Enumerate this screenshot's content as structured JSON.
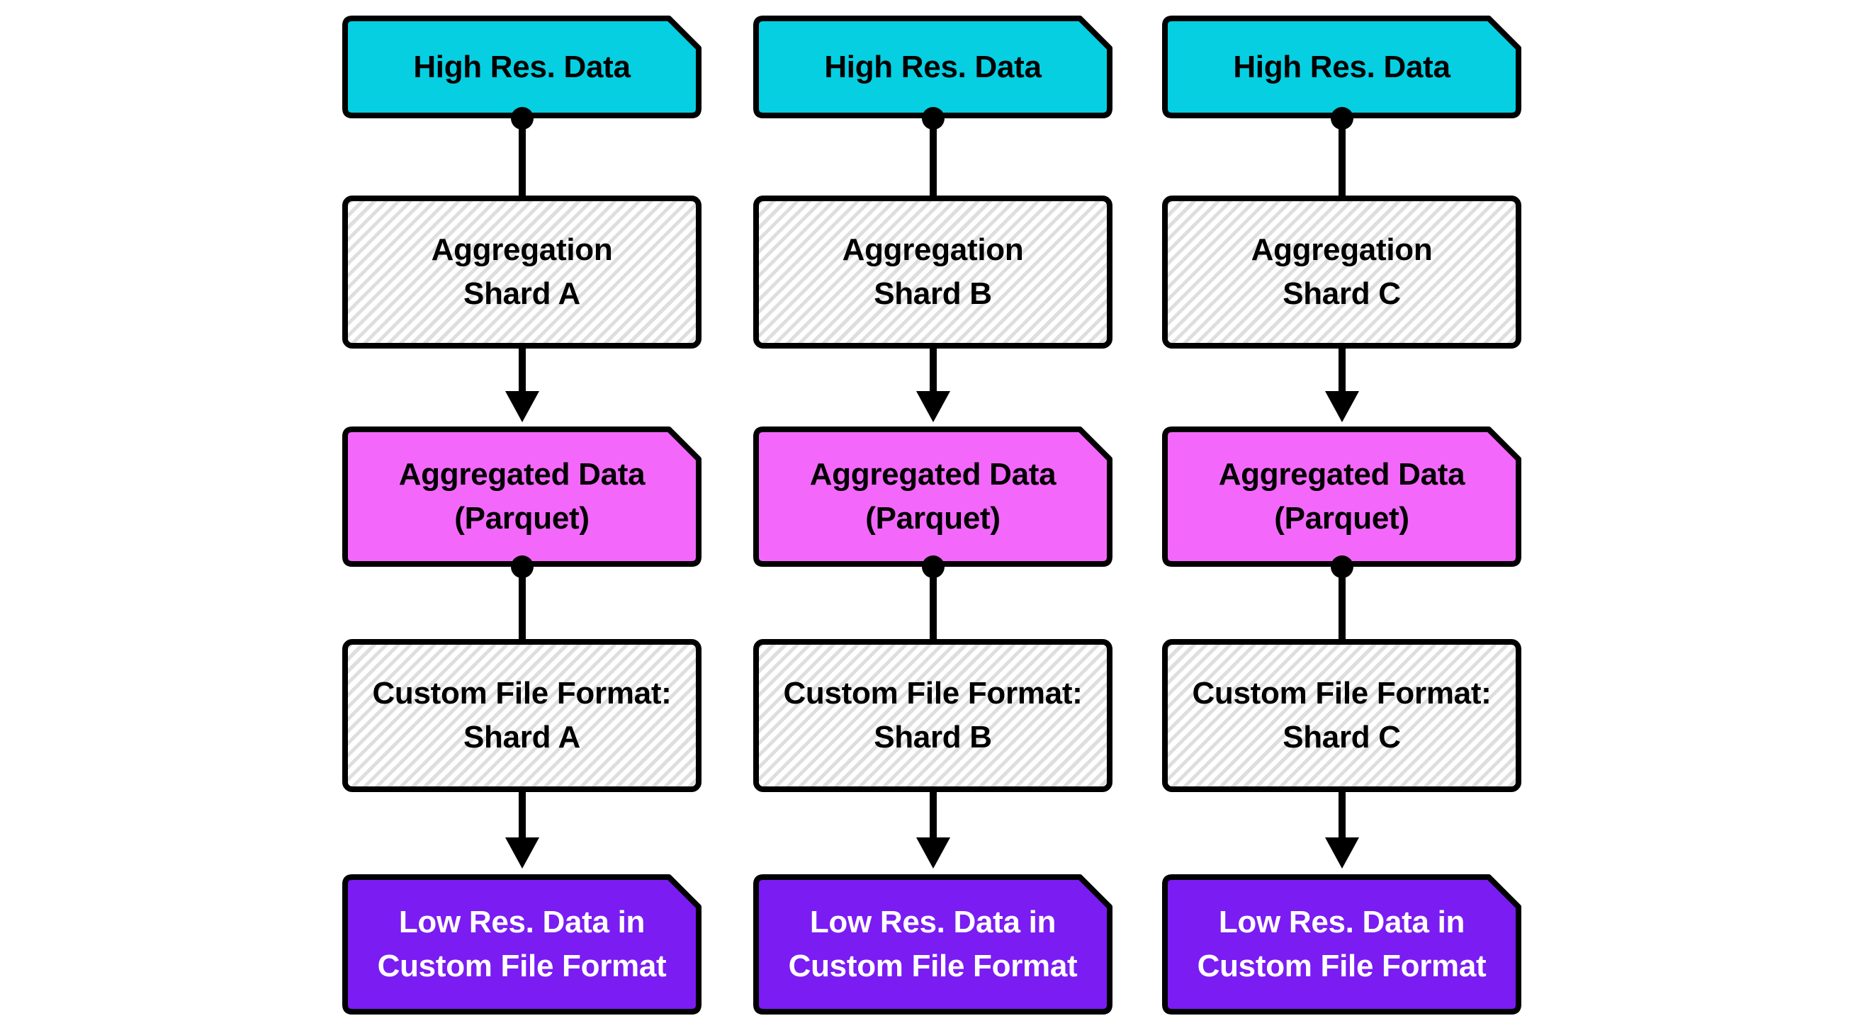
{
  "columns": [
    {
      "nodes": [
        {
          "label": "High Res. Data"
        },
        {
          "label": "Aggregation\nShard A"
        },
        {
          "label": "Aggregated Data\n(Parquet)"
        },
        {
          "label": "Custom File Format:\nShard A"
        },
        {
          "label": "Low Res. Data in\nCustom File Format"
        }
      ]
    },
    {
      "nodes": [
        {
          "label": "High Res. Data"
        },
        {
          "label": "Aggregation\nShard B"
        },
        {
          "label": "Aggregated Data\n(Parquet)"
        },
        {
          "label": "Custom File Format:\nShard B"
        },
        {
          "label": "Low Res. Data in\nCustom File Format"
        }
      ]
    },
    {
      "nodes": [
        {
          "label": "High Res. Data"
        },
        {
          "label": "Aggregation\nShard C"
        },
        {
          "label": "Aggregated Data\n(Parquet)"
        },
        {
          "label": "Custom File Format:\nShard C"
        },
        {
          "label": "Low Res. Data in\nCustom File Format"
        }
      ]
    }
  ],
  "colors": {
    "high_res_fill": "#06CFE2",
    "aggregated_fill": "#F368FA",
    "low_res_fill": "#7A1CF2",
    "hatch_stripe": "#DEDEDE",
    "outline": "#000000",
    "low_res_text": "#FFFFFF"
  }
}
